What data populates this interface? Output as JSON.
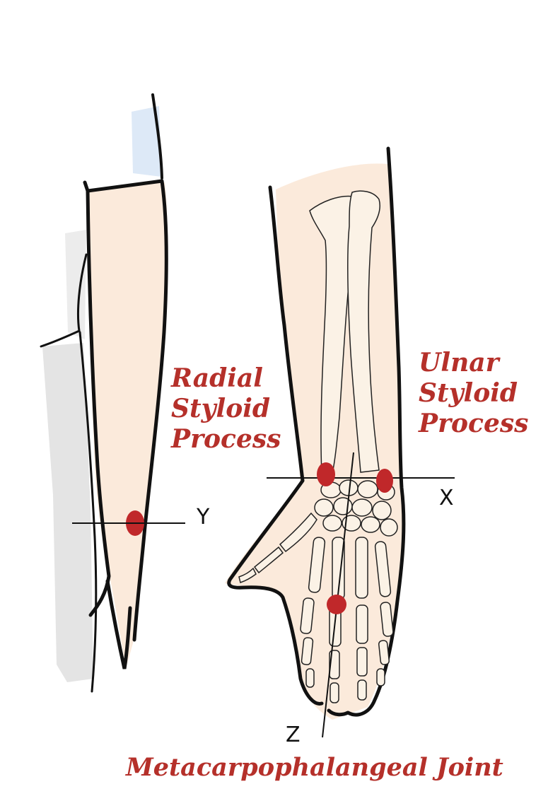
{
  "labels": {
    "radial": {
      "line1": "Radial",
      "line2": "Styloid",
      "line3": "Process"
    },
    "ulnar": {
      "line1": "Ulnar",
      "line2": "Styloid",
      "line3": "Process"
    },
    "mcp": "Metacarpophalangeal Joint"
  },
  "axes": {
    "x": "X",
    "y": "Y",
    "z": "Z"
  },
  "colors": {
    "skin": "#fbeadb",
    "outline": "#111111",
    "bone": "#fbf2e6",
    "marker": "#c0282a",
    "label": "#b5302a",
    "shadow": "#e3e3e3",
    "sleeve": "#dde9f7"
  }
}
